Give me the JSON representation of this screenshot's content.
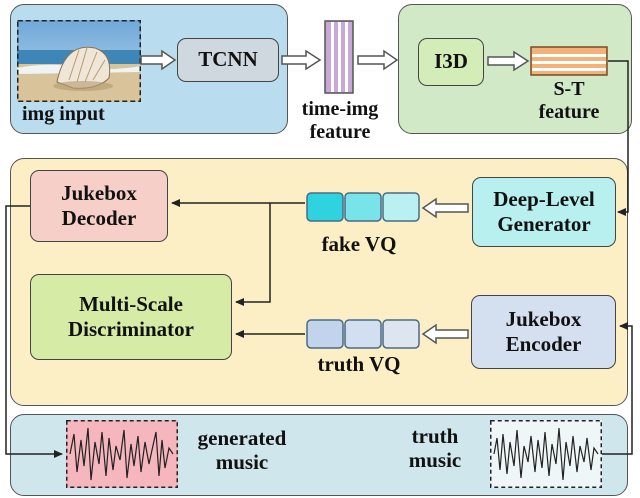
{
  "regions": {
    "input_region_color": "#b9dcef",
    "feature_region_color": "#d2e9c8",
    "gan_region_color": "#fcefc6",
    "output_region_color": "#cfe6ec"
  },
  "nodes": {
    "img_input": "img input",
    "tcnn": "TCNN",
    "time_img_feature_line1": "time-img",
    "time_img_feature_line2": "feature",
    "i3d": "I3D",
    "st_feature_line1": "S-T",
    "st_feature_line2": "feature",
    "jukebox_decoder_line1": "Jukebox",
    "jukebox_decoder_line2": "Decoder",
    "deep_level_generator_line1": "Deep-Level",
    "deep_level_generator_line2": "Generator",
    "fake_vq": "fake VQ",
    "multi_scale_discriminator_line1": "Multi-Scale",
    "multi_scale_discriminator_line2": "Discriminator",
    "jukebox_encoder_line1": "Jukebox",
    "jukebox_encoder_line2": "Encoder",
    "truth_vq": "truth VQ",
    "generated_music_line1": "generated",
    "generated_music_line2": "music",
    "truth_music_line1": "truth",
    "truth_music_line2": "music"
  }
}
